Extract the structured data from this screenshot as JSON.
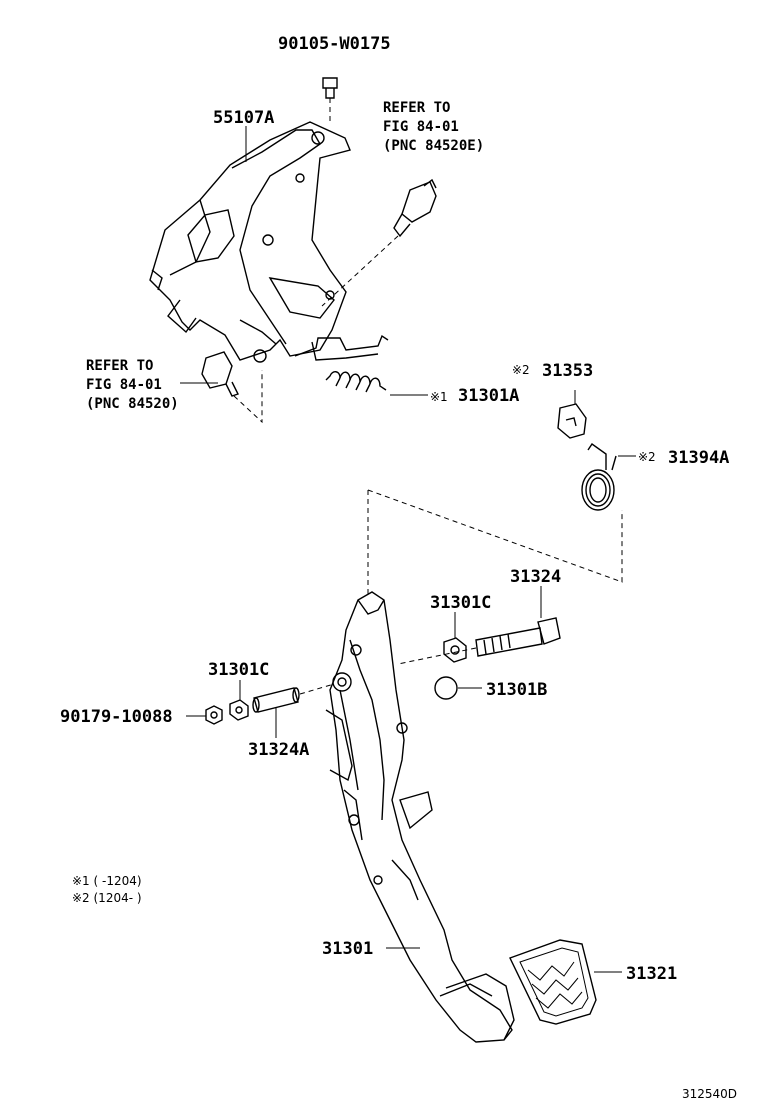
{
  "labels": {
    "p_90105": "90105-W0175",
    "p_55107a": "55107A",
    "p_31301a": "31301A",
    "p_31353": "31353",
    "p_31394a": "31394A",
    "p_31324": "31324",
    "p_31301c_right": "31301C",
    "p_31301c_left": "31301C",
    "p_31301b": "31301B",
    "p_90179": "90179-10088",
    "p_31324a": "31324A",
    "p_31301": "31301",
    "p_31321": "31321"
  },
  "refs": {
    "top_line1": "REFER TO",
    "top_line2": "FIG 84-01",
    "top_line3": "(PNC 84520E)",
    "left_line1": "REFER TO",
    "left_line2": "FIG 84-01",
    "left_line3": "(PNC 84520)"
  },
  "marks": {
    "m1": "※1",
    "m2a": "※2",
    "m2b": "※2"
  },
  "notes": {
    "n1": "※1 (        -1204)",
    "n2": "※2 (1204-        )"
  },
  "figure_id": "312540D"
}
